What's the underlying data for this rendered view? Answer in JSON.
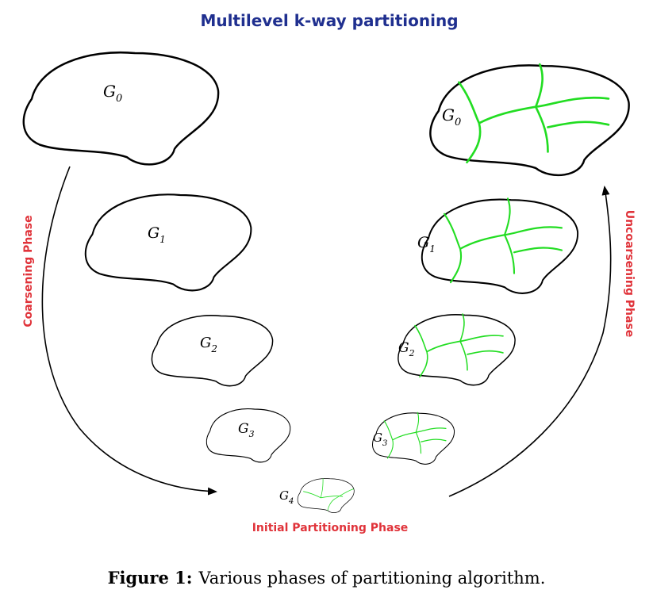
{
  "title": "Multilevel k-way partitioning",
  "phases": {
    "coarsening": "Coarsening Phase",
    "uncoarsening": "Uncoarsening Phase",
    "initial": "Initial Partitioning Phase"
  },
  "graphs_left": [
    {
      "name": "G",
      "sub": "0"
    },
    {
      "name": "G",
      "sub": "1"
    },
    {
      "name": "G",
      "sub": "2"
    },
    {
      "name": "G",
      "sub": "3"
    }
  ],
  "graph_bottom": {
    "name": "G",
    "sub": "4"
  },
  "graphs_right": [
    {
      "name": "G",
      "sub": "0"
    },
    {
      "name": "G",
      "sub": "1"
    },
    {
      "name": "G",
      "sub": "2"
    },
    {
      "name": "G",
      "sub": "3"
    }
  ],
  "caption": {
    "label": "Figure 1:",
    "text": "Various phases of partitioning algorithm."
  },
  "colors": {
    "title": "#1f2f8f",
    "phase_label": "#e0333a",
    "partition_line": "#22dd22",
    "outline": "#000000"
  }
}
